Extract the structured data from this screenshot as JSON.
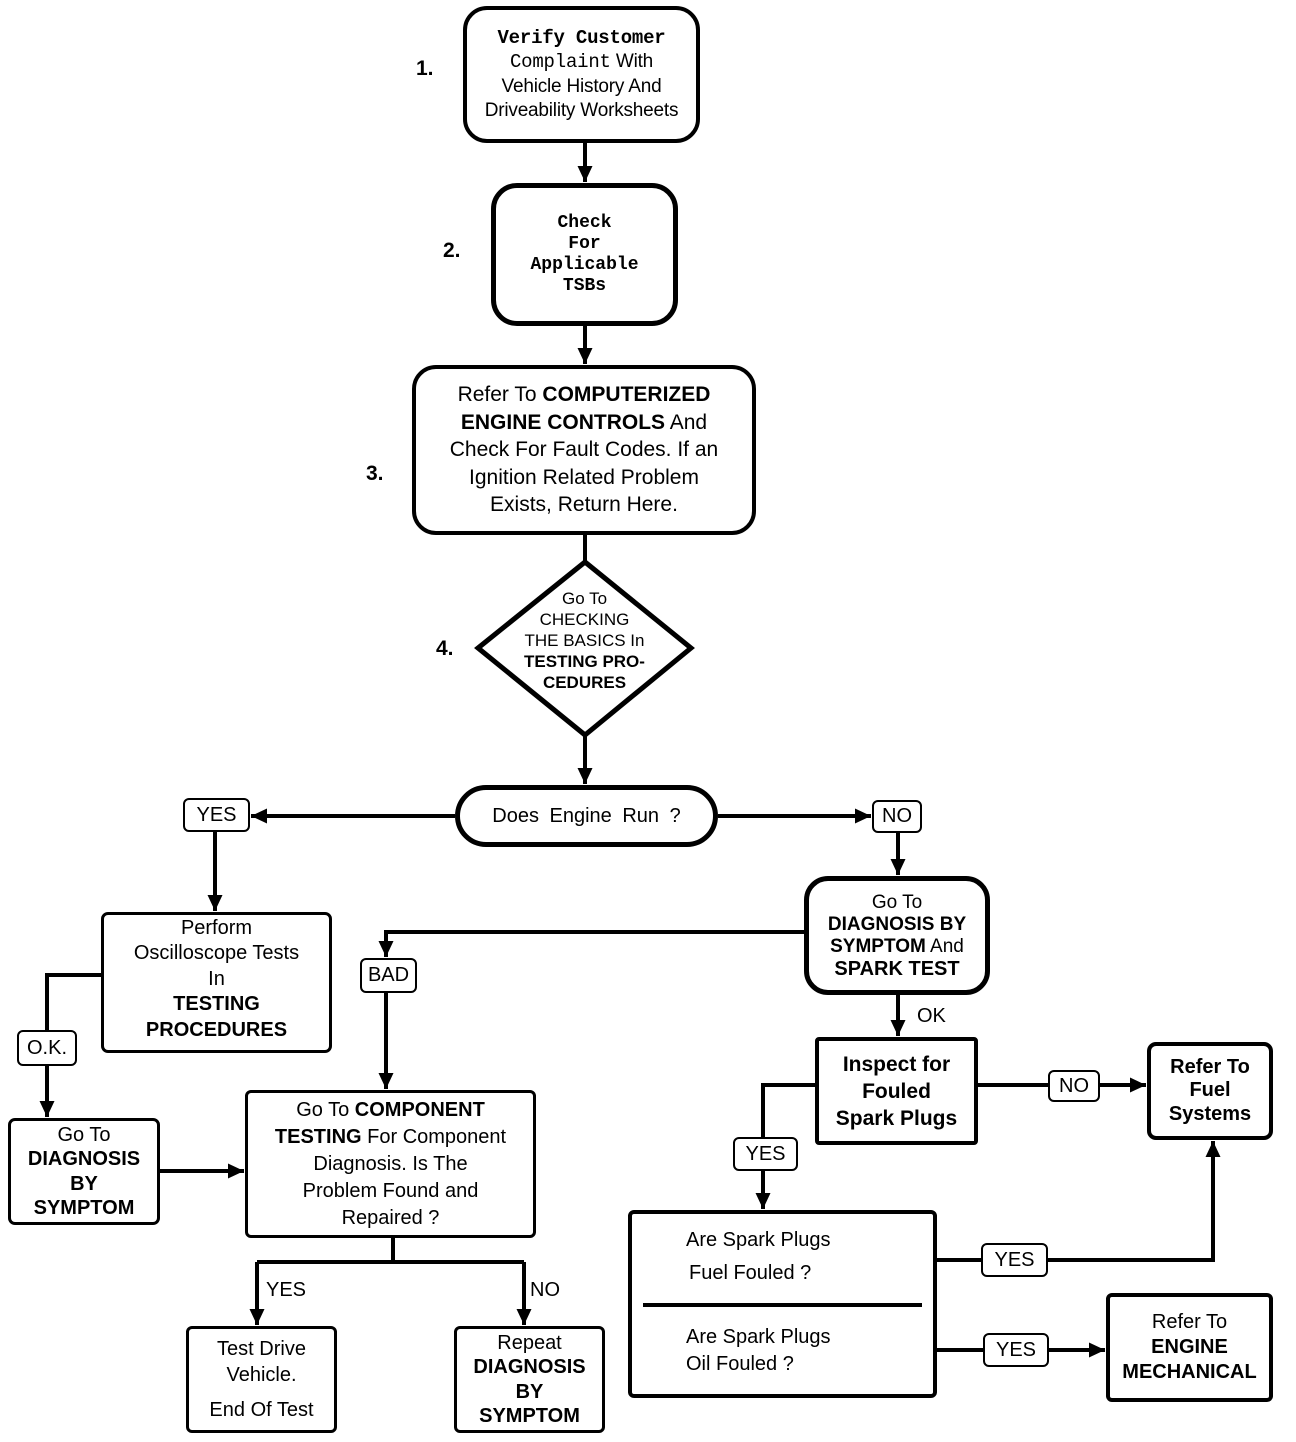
{
  "step_labels": {
    "one": "1.",
    "two": "2.",
    "three": "3.",
    "four": "4."
  },
  "verify": {
    "l1": "Verify Customer",
    "l2a": "Complaint",
    "l2b": " With",
    "l3": "Vehicle History And",
    "l4": "Driveability Worksheets"
  },
  "tsbs": {
    "l1": "Check",
    "l2": "For",
    "l3": "Applicable",
    "l4": "TSBs"
  },
  "computerized": {
    "l1a": "Refer To ",
    "l1b": "COMPUTERIZED",
    "l2a": "ENGINE CONTROLS",
    "l2b": " And",
    "l3": "Check For Fault Codes. If an",
    "l4": "Ignition Related Problem",
    "l5": "Exists, Return Here."
  },
  "basics": {
    "l1": "Go To",
    "l2": "CHECKING",
    "l3": "THE BASICS In",
    "l4": "TESTING PRO-",
    "l5": "CEDURES"
  },
  "engine_run": {
    "question": "Does Engine Run ?",
    "yes": "YES",
    "no": "NO"
  },
  "oscilloscope": {
    "l1": "Perform",
    "l2": "Oscilloscope Tests",
    "l3": "In",
    "l4": "TESTING",
    "l5": "PROCEDURES",
    "bad": "BAD",
    "ok": "O.K."
  },
  "diag_left": {
    "l1": "Go To",
    "l2": "DIAGNOSIS",
    "l3": "BY",
    "l4": "SYMPTOM"
  },
  "component": {
    "l1a": "Go To ",
    "l1b": "COMPONENT",
    "l2a": "TESTING",
    "l2b": " For Component",
    "l3": "Diagnosis. Is The",
    "l4": "Problem Found and",
    "l5": "Repaired ?",
    "yes": "YES",
    "no": "NO"
  },
  "test_drive": {
    "l1": "Test Drive",
    "l2": "Vehicle.",
    "l3": "End Of Test"
  },
  "repeat": {
    "l1": "Repeat",
    "l2": "DIAGNOSIS",
    "l3": "BY",
    "l4": "SYMPTOM"
  },
  "spark_test": {
    "l1": "Go To",
    "l2": "DIAGNOSIS BY",
    "l3a": "SYMPTOM",
    "l3b": " And",
    "l4": "SPARK TEST",
    "ok": "OK"
  },
  "inspect": {
    "l1": "Inspect for",
    "l2": "Fouled",
    "l3": "Spark Plugs",
    "no": "NO",
    "yes": "YES"
  },
  "fuel_systems": {
    "l1": "Refer To",
    "l2": "Fuel",
    "l3": "Systems"
  },
  "fouled": {
    "fuel_l1": "Are Spark Plugs",
    "fuel_l2": "Fuel Fouled ?",
    "oil_l1": "Are Spark Plugs",
    "oil_l2": "Oil Fouled ?",
    "yes_fuel": "YES",
    "yes_oil": "YES"
  },
  "engine_mech": {
    "l1": "Refer To",
    "l2": "ENGINE",
    "l3": "MECHANICAL"
  }
}
